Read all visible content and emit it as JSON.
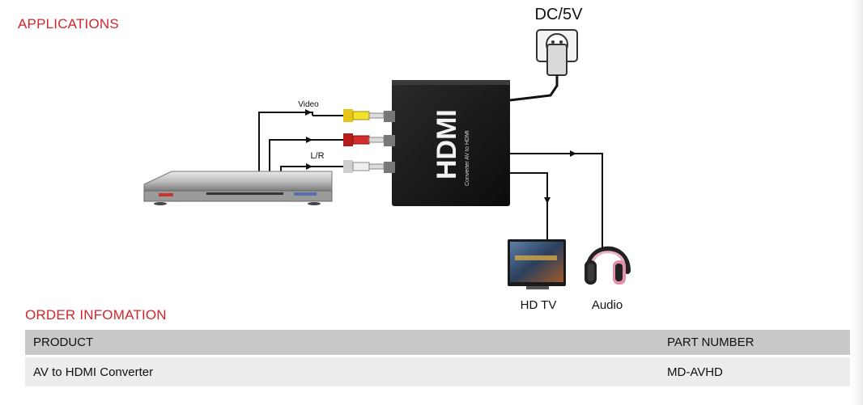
{
  "sections": {
    "applications_title": "APPLICATIONS",
    "order_title": "ORDER INFOMATION"
  },
  "diagram": {
    "power_label": "DC/5V",
    "video_label": "Video",
    "lr_label": "L/R",
    "device_brand": "HDMI",
    "device_subtitle": "Converter AV to HDMI",
    "tv_label": "HD TV",
    "audio_label": "Audio"
  },
  "table": {
    "headers": [
      "PRODUCT",
      "PART NUMBER"
    ],
    "rows": [
      [
        "AV to HDMI Converter",
        "MD-AVHD"
      ]
    ]
  },
  "colors": {
    "accent": "#d0262b",
    "header_bg": "#c9c9c9",
    "row_bg": "#ececec"
  }
}
